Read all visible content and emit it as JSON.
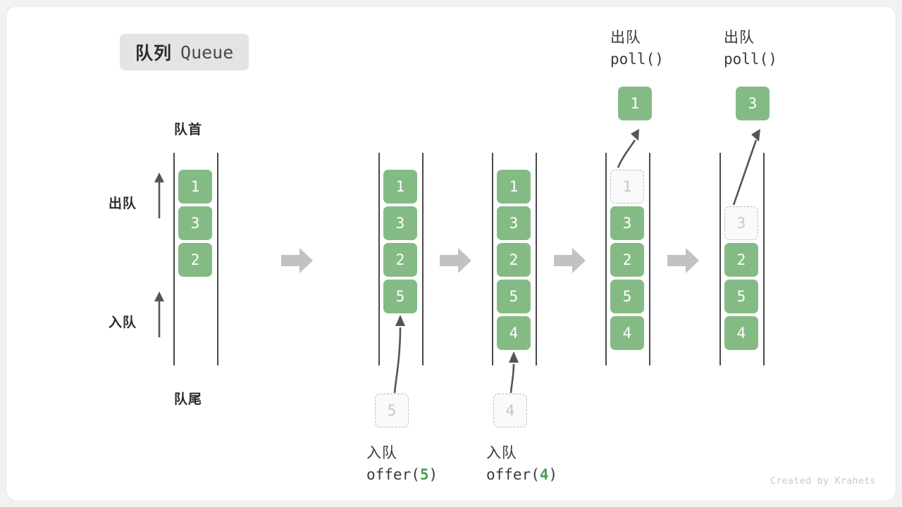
{
  "title": {
    "cn": "队列",
    "en": "Queue"
  },
  "labels": {
    "front": "队首",
    "rear": "队尾",
    "dequeue_side": "出队",
    "enqueue_side": "入队"
  },
  "colors": {
    "cell_fill": "#84bb85",
    "cell_text": "#ffffff",
    "ghost_border": "#bdbdbd",
    "ghost_text": "#c6c6c6",
    "rail": "#4a4a4a",
    "step_arrow": "#c2c2c2",
    "badge_bg": "#e4e4e4",
    "code_arg": "#4a9d52",
    "card_bg": "#ffffff",
    "page_bg": "#f2f2f2"
  },
  "columns": [
    {
      "id": "state-initial",
      "cells": [
        {
          "value": "1",
          "state": "solid"
        },
        {
          "value": "3",
          "state": "solid"
        },
        {
          "value": "2",
          "state": "solid"
        }
      ]
    },
    {
      "id": "state-after-offer-5",
      "cells": [
        {
          "value": "1",
          "state": "solid"
        },
        {
          "value": "3",
          "state": "solid"
        },
        {
          "value": "2",
          "state": "solid"
        },
        {
          "value": "5",
          "state": "solid"
        }
      ],
      "incoming": {
        "value": "5",
        "state": "ghost"
      },
      "caption": {
        "cn": "入队",
        "fn": "offer(",
        "arg": "5",
        "fn_end": ")"
      }
    },
    {
      "id": "state-after-offer-4",
      "cells": [
        {
          "value": "1",
          "state": "solid"
        },
        {
          "value": "3",
          "state": "solid"
        },
        {
          "value": "2",
          "state": "solid"
        },
        {
          "value": "5",
          "state": "solid"
        },
        {
          "value": "4",
          "state": "solid"
        }
      ],
      "incoming": {
        "value": "4",
        "state": "ghost"
      },
      "caption": {
        "cn": "入队",
        "fn": "offer(",
        "arg": "4",
        "fn_end": ")"
      }
    },
    {
      "id": "state-after-poll-1",
      "cells": [
        {
          "value": "1",
          "state": "ghost"
        },
        {
          "value": "3",
          "state": "solid"
        },
        {
          "value": "2",
          "state": "solid"
        },
        {
          "value": "5",
          "state": "solid"
        },
        {
          "value": "4",
          "state": "solid"
        }
      ],
      "outgoing": {
        "value": "1",
        "state": "solid"
      },
      "caption": {
        "cn": "出队",
        "fn": "poll()",
        "arg": "",
        "fn_end": ""
      }
    },
    {
      "id": "state-after-poll-3",
      "cells": [
        {
          "value": "",
          "state": "empty"
        },
        {
          "value": "3",
          "state": "ghost"
        },
        {
          "value": "2",
          "state": "solid"
        },
        {
          "value": "5",
          "state": "solid"
        },
        {
          "value": "4",
          "state": "solid"
        }
      ],
      "outgoing": {
        "value": "3",
        "state": "solid"
      },
      "caption": {
        "cn": "出队",
        "fn": "poll()",
        "arg": "",
        "fn_end": ""
      }
    }
  ],
  "credit": "Created by Krahets"
}
